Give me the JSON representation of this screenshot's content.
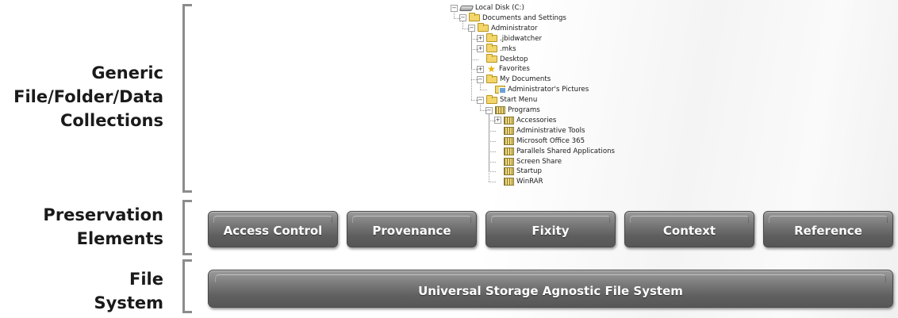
{
  "layers": [
    {
      "id": "collections",
      "label_lines": [
        "Generic",
        "File/Folder/Data",
        "Collections"
      ]
    },
    {
      "id": "preservation",
      "label_lines": [
        "Preservation",
        "Elements"
      ]
    },
    {
      "id": "filesystem",
      "label_lines": [
        "File",
        "System"
      ]
    }
  ],
  "tree": [
    {
      "label": "Local Disk (C:)",
      "icon": "drive-icon",
      "toggle": "-",
      "depth": 0
    },
    {
      "label": "Documents and Settings",
      "icon": "folder-icon",
      "toggle": "-",
      "depth": 1
    },
    {
      "label": "Administrator",
      "icon": "folder-icon",
      "toggle": "-",
      "depth": 2
    },
    {
      "label": ".jbidwatcher",
      "icon": "folder-icon",
      "toggle": "+",
      "depth": 3
    },
    {
      "label": ".mks",
      "icon": "folder-icon",
      "toggle": "+",
      "depth": 3
    },
    {
      "label": "Desktop",
      "icon": "folder-icon",
      "toggle": "",
      "depth": 3
    },
    {
      "label": "Favorites",
      "icon": "star-icon",
      "toggle": "+",
      "depth": 3
    },
    {
      "label": "My Documents",
      "icon": "folder-icon",
      "toggle": "-",
      "depth": 3
    },
    {
      "label": "Administrator's Pictures",
      "icon": "pictures-icon",
      "toggle": "",
      "depth": 4
    },
    {
      "label": "Start Menu",
      "icon": "folder-icon",
      "toggle": "-",
      "depth": 3
    },
    {
      "label": "Programs",
      "icon": "program-icon",
      "toggle": "-",
      "depth": 4
    },
    {
      "label": "Accessories",
      "icon": "program-icon",
      "toggle": "+",
      "depth": 5
    },
    {
      "label": "Administrative Tools",
      "icon": "program-icon",
      "toggle": "",
      "depth": 5
    },
    {
      "label": "Microsoft Office 365",
      "icon": "program-icon",
      "toggle": "",
      "depth": 5
    },
    {
      "label": "Parallels Shared Applications",
      "icon": "program-icon",
      "toggle": "",
      "depth": 5
    },
    {
      "label": "Screen Share",
      "icon": "program-icon",
      "toggle": "",
      "depth": 5
    },
    {
      "label": "Startup",
      "icon": "program-icon",
      "toggle": "",
      "depth": 5
    },
    {
      "label": "WinRAR",
      "icon": "program-icon",
      "toggle": "",
      "depth": 5
    }
  ],
  "preservation_elements": [
    "Access Control",
    "Provenance",
    "Fixity",
    "Context",
    "Reference"
  ],
  "file_system": {
    "label": "Universal Storage Agnostic File System"
  },
  "colors": {
    "button": "#6e6e6e",
    "bracket": "#8c8c8c",
    "label": "#1a1a1a",
    "folder": "#f3d66a"
  }
}
